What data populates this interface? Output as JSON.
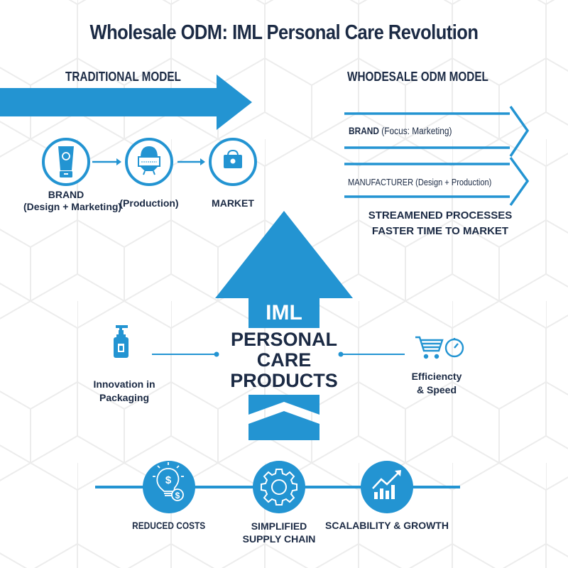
{
  "title": "Wholesale ODM: IML Personal Care Revolution",
  "colors": {
    "accent": "#2394d2",
    "text": "#1b2a44",
    "background": "#ffffff",
    "hex_grid": "#ececec"
  },
  "traditional": {
    "heading": "TRADITIONAL MODEL",
    "steps": [
      {
        "icon": "tube-icon",
        "line1": "BRAND",
        "line2": "(Design + Marketing)"
      },
      {
        "icon": "production-machine-icon",
        "line1": "(Production)",
        "line2": ""
      },
      {
        "icon": "shopping-bag-icon",
        "line1": "MARKET",
        "line2": ""
      }
    ]
  },
  "odm": {
    "heading": "WHODESALE ODM MODEL",
    "rows": [
      {
        "bold": "BRAND",
        "rest": " (Focus: Marketing)"
      },
      {
        "bold": "MANUFACTURER",
        "rest": " (Design + Production)"
      }
    ],
    "summary_line1": "STREAMENED PROCESSES",
    "summary_line2": "FASTER TIME TO MARKET"
  },
  "center": {
    "line1": "IML",
    "line2": "PERSONAL",
    "line3": "CARE",
    "line4": "PRODUCTS"
  },
  "side_left": {
    "icon": "pump-bottle-icon",
    "line1": "Innovation in",
    "line2": "Packaging"
  },
  "side_right": {
    "icon": "cart-clock-icon",
    "line1": "Efficiencty",
    "line2": "& Speed"
  },
  "benefits": [
    {
      "icon": "lightbulb-dollar-icon",
      "line1": "REDUCED COSTS",
      "line2": ""
    },
    {
      "icon": "gear-icon",
      "line1": "SIMPLIFIED",
      "line2": "SUPPLY CHAIN"
    },
    {
      "icon": "growth-chart-icon",
      "line1": "SCALABILITY & GROWTH",
      "line2": ""
    }
  ]
}
